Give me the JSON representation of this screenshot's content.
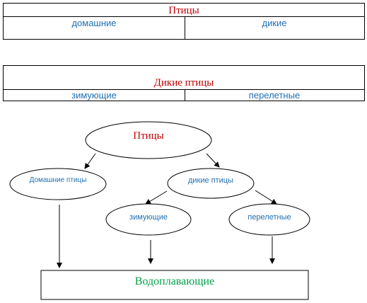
{
  "table1": {
    "title": "Птицы",
    "left": "домашние",
    "right": "дикие"
  },
  "table2": {
    "title": "Дикие птицы",
    "left": "зимующие",
    "right": "перелетные"
  },
  "diagram": {
    "root": "Птицы",
    "domestic": "Домашние птицы",
    "wild": "дикие птицы",
    "wintering": "зимующие",
    "migratory": "перелетные",
    "bottom": "Водоплавающие"
  },
  "colors": {
    "title_red": "#c00000",
    "label_blue": "#1f6fb3",
    "bottom_green": "#00a04a"
  }
}
